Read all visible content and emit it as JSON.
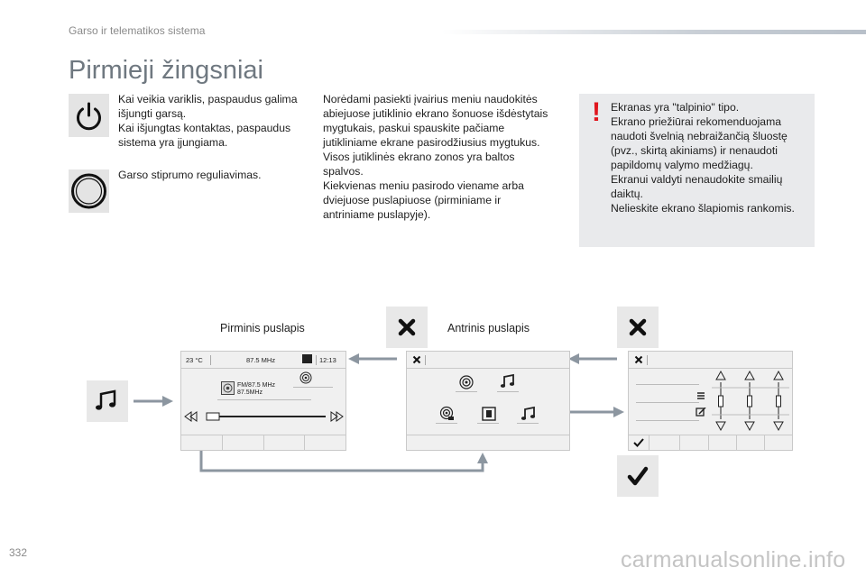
{
  "header": {
    "section": "Garso ir telematikos sistema"
  },
  "page": {
    "title": "Pirmieji žingsniai",
    "number": "332"
  },
  "power": {
    "text": "Kai veikia variklis, paspaudus galima\nišjungti garsą.\nKai išjungtas kontaktas, paspaudus\nsistema yra įjungiama."
  },
  "volume": {
    "text": "Garso stiprumo reguliavimas."
  },
  "middle_text": "Norėdami pasiekti įvairius meniu naudokitės\nabiejuose jutiklinio ekrano šonuose išdėstytais\nmygtukais, paskui spauskite pačiame\njutikliniame ekrane pasirodžiusius mygtukus.\nVisos jutiklinės ekrano zonos yra baltos\nspalvos.\nKiekvienas meniu pasirodo viename arba\ndviejuose puslapiuose (pirminiame ir\nantriniame puslapyje).",
  "warning": {
    "mark": "!",
    "text": "Ekranas yra \"talpinio\" tipo.\nEkrano priežiūrai rekomenduojama\nnaudoti švelnią nebraižančią šluostę\n(pvz., skirtą akiniams) ir nenaudoti\npapildomų valymo medžiagų.\nEkranui valdyti nenaudokite smailių\ndaiktų.\nNelieskite ekrano šlapiomis rankomis."
  },
  "diagram": {
    "label_primary": "Pirminis puslapis",
    "label_secondary": "Antrinis puslapis",
    "screen1": {
      "temperature": "23 °C",
      "frequency": "87.5 MHz",
      "time": "12:13",
      "station_line1": "FM/87.5 MHz",
      "station_line2": "87.5MHz"
    }
  },
  "watermark": "carmanualsonline.info"
}
